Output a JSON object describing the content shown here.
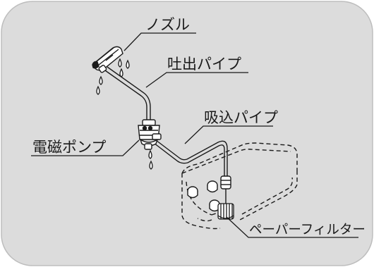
{
  "labels": {
    "nozzle": "ノズル",
    "discharge_pipe": "吐出パイプ",
    "suction_pipe": "吸込パイプ",
    "solenoid_pump": "電磁ポンプ",
    "paper_filter": "ペーパーフィルター"
  },
  "colors": {
    "panel": "#dcdcdc",
    "panel_border": "#bdbdbd",
    "line": "#1a1a1a"
  }
}
